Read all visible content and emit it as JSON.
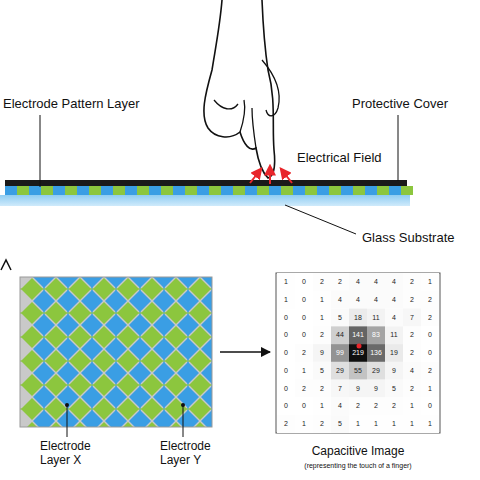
{
  "diagram": {
    "nodes": [
      {
        "text": [
          "Electrode Layer X",
          "Electrode Layer Y"
        ]
      },
      {
        "text": [
          "Capacitive Image",
          "(representing the touch of a finger)"
        ]
      }
    ],
    "edges": [
      {
        "from": 0,
        "to": 1,
        "arrow": "to"
      }
    ],
    "labels": [
      "Electrode Pattern Layer",
      "Protective Cover",
      "Electrical Field",
      "Glass Substrate",
      "1",
      "0",
      "2",
      "2",
      "4",
      "4",
      "4",
      "2",
      "1",
      "1",
      "0",
      "1",
      "4",
      "4",
      "4",
      "4",
      "2",
      "2",
      "0",
      "0",
      "1",
      "5",
      "18",
      "11",
      "4",
      "7",
      "2",
      "0",
      "0",
      "2",
      "44",
      "141",
      "83",
      "11",
      "2",
      "0",
      "0",
      "2",
      "9",
      "99",
      "219",
      "136",
      "19",
      "2",
      "0",
      "0",
      "1",
      "5",
      "29",
      "55",
      "29",
      "9",
      "4",
      "2",
      "0",
      "2",
      "2",
      "7",
      "9",
      "9",
      "5",
      "2",
      "1",
      "0",
      "0",
      "1",
      "4",
      "2",
      "2",
      "2",
      "1",
      "0",
      "2",
      "1",
      "2",
      "5",
      "1",
      "1",
      "1",
      "1",
      "1"
    ]
  }
}
